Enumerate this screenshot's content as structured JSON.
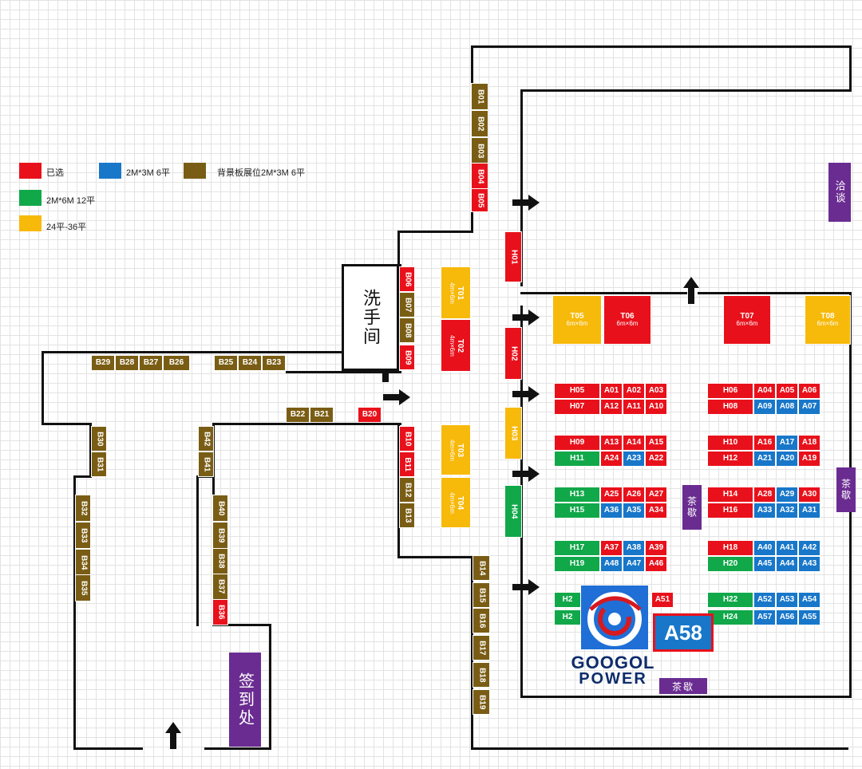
{
  "legend": [
    {
      "color": "#e8111b",
      "label": "已选"
    },
    {
      "color": "#1877c9",
      "label": "2M*3M 6平"
    },
    {
      "color": "#7a5d14",
      "label": "背景板展位2M*3M 6平"
    },
    {
      "color": "#11a84a",
      "label": "2M*6M 12平"
    },
    {
      "color": "#f7b90a",
      "label": "24平-36平"
    }
  ],
  "colors": {
    "red": "#e8111b",
    "blue": "#1877c9",
    "brown": "#7a5d14",
    "green": "#11a84a",
    "yellow": "#f7b90a",
    "purple": "#6a2c91"
  },
  "rooms": {
    "restroom": "洗手间",
    "registration": "签到处",
    "discussion": "洽谈",
    "tea_break": "茶歇"
  },
  "sponsor": {
    "booth": "A58",
    "brand_line1": "GOOGOL",
    "brand_line2": "POWER"
  },
  "booths": [
    {
      "id": "B01",
      "c": "brown",
      "v": 1
    },
    {
      "id": "B02",
      "c": "brown",
      "v": 1
    },
    {
      "id": "B03",
      "c": "brown",
      "v": 1
    },
    {
      "id": "B04",
      "c": "red",
      "v": 1
    },
    {
      "id": "B05",
      "c": "red",
      "v": 1
    },
    {
      "id": "B06",
      "c": "red",
      "v": 1
    },
    {
      "id": "B07",
      "c": "brown",
      "v": 1
    },
    {
      "id": "B08",
      "c": "brown",
      "v": 1
    },
    {
      "id": "B09",
      "c": "red",
      "v": 1
    },
    {
      "id": "B10",
      "c": "red",
      "v": 1
    },
    {
      "id": "B11",
      "c": "red",
      "v": 1
    },
    {
      "id": "B12",
      "c": "brown",
      "v": 1
    },
    {
      "id": "B13",
      "c": "brown",
      "v": 1
    },
    {
      "id": "B14",
      "c": "brown",
      "v": 1
    },
    {
      "id": "B15",
      "c": "brown",
      "v": 1
    },
    {
      "id": "B16",
      "c": "brown",
      "v": 1
    },
    {
      "id": "B17",
      "c": "brown",
      "v": 1
    },
    {
      "id": "B18",
      "c": "brown",
      "v": 1
    },
    {
      "id": "B19",
      "c": "brown",
      "v": 1
    },
    {
      "id": "B20",
      "c": "red",
      "v": 0
    },
    {
      "id": "B21",
      "c": "brown",
      "v": 0
    },
    {
      "id": "B22",
      "c": "brown",
      "v": 0
    },
    {
      "id": "B23",
      "c": "brown",
      "v": 0
    },
    {
      "id": "B24",
      "c": "brown",
      "v": 0
    },
    {
      "id": "B25",
      "c": "brown",
      "v": 0
    },
    {
      "id": "B26",
      "c": "brown",
      "v": 0
    },
    {
      "id": "B27",
      "c": "brown",
      "v": 0
    },
    {
      "id": "B28",
      "c": "brown",
      "v": 0
    },
    {
      "id": "B29",
      "c": "brown",
      "v": 0
    },
    {
      "id": "B30",
      "c": "brown",
      "v": 1
    },
    {
      "id": "B31",
      "c": "brown",
      "v": 1
    },
    {
      "id": "B32",
      "c": "brown",
      "v": 1
    },
    {
      "id": "B33",
      "c": "brown",
      "v": 1
    },
    {
      "id": "B34",
      "c": "brown",
      "v": 1
    },
    {
      "id": "B35",
      "c": "brown",
      "v": 1
    },
    {
      "id": "B36",
      "c": "red",
      "v": 1
    },
    {
      "id": "B37",
      "c": "brown",
      "v": 1
    },
    {
      "id": "B38",
      "c": "brown",
      "v": 1
    },
    {
      "id": "B39",
      "c": "brown",
      "v": 1
    },
    {
      "id": "B40",
      "c": "brown",
      "v": 1
    },
    {
      "id": "B41",
      "c": "brown",
      "v": 1
    },
    {
      "id": "B42",
      "c": "brown",
      "v": 1
    },
    {
      "id": "H01",
      "c": "red",
      "v": 1
    },
    {
      "id": "H02",
      "c": "red",
      "v": 1
    },
    {
      "id": "H03",
      "c": "yellow",
      "v": 1
    },
    {
      "id": "H04",
      "c": "green",
      "v": 1
    },
    {
      "id": "T01",
      "c": "yellow",
      "v": 1,
      "sub": "4m×6m"
    },
    {
      "id": "T02",
      "c": "red",
      "v": 1,
      "sub": "4m×6m"
    },
    {
      "id": "T03",
      "c": "yellow",
      "v": 1,
      "sub": "4m×6m"
    },
    {
      "id": "T04",
      "c": "yellow",
      "v": 1,
      "sub": "4m×6m"
    },
    {
      "id": "T05",
      "c": "yellow",
      "v": 0,
      "sub": "6m×6m"
    },
    {
      "id": "T06",
      "c": "red",
      "v": 0,
      "sub": "6m×6m"
    },
    {
      "id": "T07",
      "c": "red",
      "v": 0,
      "sub": "6m×6m"
    },
    {
      "id": "T08",
      "c": "yellow",
      "v": 0,
      "sub": "6m×6m"
    },
    {
      "id": "H05",
      "c": "red"
    },
    {
      "id": "A01",
      "c": "red"
    },
    {
      "id": "A02",
      "c": "red"
    },
    {
      "id": "A03",
      "c": "red"
    },
    {
      "id": "H07",
      "c": "red"
    },
    {
      "id": "A12",
      "c": "red"
    },
    {
      "id": "A11",
      "c": "red"
    },
    {
      "id": "A10",
      "c": "red"
    },
    {
      "id": "H06",
      "c": "red"
    },
    {
      "id": "A04",
      "c": "red"
    },
    {
      "id": "A05",
      "c": "red"
    },
    {
      "id": "A06",
      "c": "red"
    },
    {
      "id": "H08",
      "c": "red"
    },
    {
      "id": "A09",
      "c": "blue"
    },
    {
      "id": "A08",
      "c": "blue"
    },
    {
      "id": "A07",
      "c": "blue"
    },
    {
      "id": "H09",
      "c": "red"
    },
    {
      "id": "A13",
      "c": "red"
    },
    {
      "id": "A14",
      "c": "red"
    },
    {
      "id": "A15",
      "c": "red"
    },
    {
      "id": "H11",
      "c": "green"
    },
    {
      "id": "A24",
      "c": "red"
    },
    {
      "id": "A23",
      "c": "blue"
    },
    {
      "id": "A22",
      "c": "red"
    },
    {
      "id": "H10",
      "c": "red"
    },
    {
      "id": "A16",
      "c": "red"
    },
    {
      "id": "A17",
      "c": "blue"
    },
    {
      "id": "A18",
      "c": "red"
    },
    {
      "id": "H12",
      "c": "red"
    },
    {
      "id": "A21",
      "c": "blue"
    },
    {
      "id": "A20",
      "c": "blue"
    },
    {
      "id": "A19",
      "c": "red"
    },
    {
      "id": "H13",
      "c": "green"
    },
    {
      "id": "A25",
      "c": "red"
    },
    {
      "id": "A26",
      "c": "red"
    },
    {
      "id": "A27",
      "c": "red"
    },
    {
      "id": "H15",
      "c": "green"
    },
    {
      "id": "A36",
      "c": "blue"
    },
    {
      "id": "A35",
      "c": "blue"
    },
    {
      "id": "A34",
      "c": "red"
    },
    {
      "id": "H14",
      "c": "red"
    },
    {
      "id": "A28",
      "c": "red"
    },
    {
      "id": "A29",
      "c": "blue"
    },
    {
      "id": "A30",
      "c": "red"
    },
    {
      "id": "H16",
      "c": "red"
    },
    {
      "id": "A33",
      "c": "blue"
    },
    {
      "id": "A32",
      "c": "blue"
    },
    {
      "id": "A31",
      "c": "blue"
    },
    {
      "id": "H17",
      "c": "green"
    },
    {
      "id": "A37",
      "c": "red"
    },
    {
      "id": "A38",
      "c": "blue"
    },
    {
      "id": "A39",
      "c": "red"
    },
    {
      "id": "H19",
      "c": "green"
    },
    {
      "id": "A48",
      "c": "blue"
    },
    {
      "id": "A47",
      "c": "blue"
    },
    {
      "id": "A46",
      "c": "red"
    },
    {
      "id": "H18",
      "c": "red"
    },
    {
      "id": "A40",
      "c": "blue"
    },
    {
      "id": "A41",
      "c": "blue"
    },
    {
      "id": "A42",
      "c": "blue"
    },
    {
      "id": "H20",
      "c": "green"
    },
    {
      "id": "A45",
      "c": "blue"
    },
    {
      "id": "A44",
      "c": "blue"
    },
    {
      "id": "A43",
      "c": "blue"
    },
    {
      "id": "H2",
      "c": "green"
    },
    {
      "id": "A51",
      "c": "red"
    },
    {
      "id": "H2",
      "c": "green"
    },
    {
      "id": "H22",
      "c": "green"
    },
    {
      "id": "A52",
      "c": "blue"
    },
    {
      "id": "A53",
      "c": "blue"
    },
    {
      "id": "A54",
      "c": "blue"
    },
    {
      "id": "H24",
      "c": "green"
    },
    {
      "id": "A57",
      "c": "blue"
    },
    {
      "id": "A56",
      "c": "blue"
    },
    {
      "id": "A55",
      "c": "blue"
    }
  ]
}
